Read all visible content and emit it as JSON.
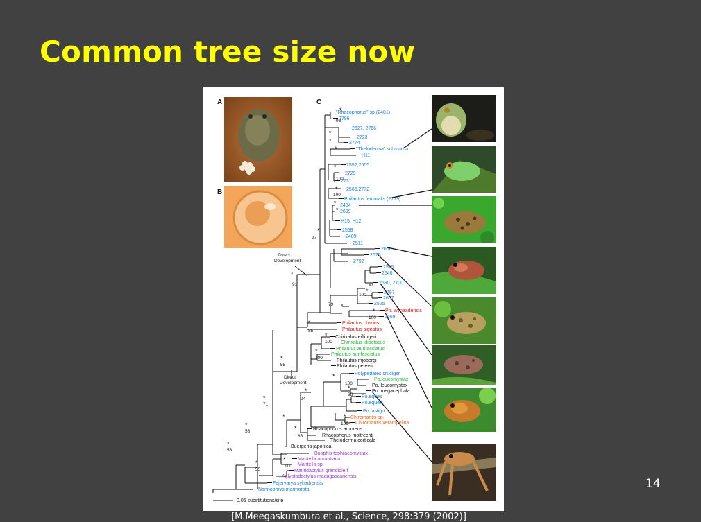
{
  "slide": {
    "title": "Common tree size now",
    "number": "14",
    "citation": "[M.Meegaskumbura et al., Science, 298:379 (2002)]"
  },
  "figure": {
    "panel_labels": [
      "A",
      "B",
      "C"
    ],
    "scale_label": "0.05 substitutions/site",
    "annotations": [
      "Direct Development",
      "Direct Development"
    ],
    "colors": {
      "blue": "#1a7fe0",
      "red": "#e0201a",
      "green": "#2db83a",
      "orange": "#f06a1a",
      "purple": "#a23fd0",
      "black": "#111111"
    },
    "taxa": [
      {
        "label": "\"Rhacophorus\" sp.(2481)",
        "color": "blue"
      },
      {
        "label": "2786",
        "color": "blue"
      },
      {
        "label": "2627, 2766",
        "color": "blue"
      },
      {
        "label": "2723",
        "color": "blue"
      },
      {
        "label": "2774",
        "color": "blue"
      },
      {
        "label": "\"Theloderma\" schmarda",
        "color": "blue"
      },
      {
        "label": "H11",
        "color": "blue"
      },
      {
        "label": "2552,2555",
        "color": "blue"
      },
      {
        "label": "2729",
        "color": "blue"
      },
      {
        "label": "2731",
        "color": "blue"
      },
      {
        "label": "2566,2772",
        "color": "blue"
      },
      {
        "label": "Philautus femoralis (2779)",
        "color": "blue"
      },
      {
        "label": "2484",
        "color": "blue"
      },
      {
        "label": "2699",
        "color": "blue"
      },
      {
        "label": "H15, H12",
        "color": "blue"
      },
      {
        "label": "2558",
        "color": "blue"
      },
      {
        "label": "2489",
        "color": "blue"
      },
      {
        "label": "2511",
        "color": "blue"
      },
      {
        "label": "2658",
        "color": "blue"
      },
      {
        "label": "2675",
        "color": "blue"
      },
      {
        "label": "2792",
        "color": "blue"
      },
      {
        "label": "2515",
        "color": "blue"
      },
      {
        "label": "2540",
        "color": "blue"
      },
      {
        "label": "2690, 2700",
        "color": "blue"
      },
      {
        "label": "2797",
        "color": "blue"
      },
      {
        "label": "2667",
        "color": "blue"
      },
      {
        "label": "2525",
        "color": "blue"
      },
      {
        "label": "Ph. wynaadensis",
        "color": "red"
      },
      {
        "label": "2669",
        "color": "blue"
      },
      {
        "label": "Philautus charius",
        "color": "red"
      },
      {
        "label": "Philautus signatus",
        "color": "red"
      },
      {
        "label": "Chirixalus eiffingeri",
        "color": "black"
      },
      {
        "label": "Chirixalus idiootocus",
        "color": "green"
      },
      {
        "label": "Philautus aurifasciatus",
        "color": "green"
      },
      {
        "label": "Philautus aurifasciatus",
        "color": "green"
      },
      {
        "label": "Philautus mjobergi",
        "color": "black"
      },
      {
        "label": "Philautus petersi",
        "color": "black"
      },
      {
        "label": "Polypedates cruciger",
        "color": "blue"
      },
      {
        "label": "Po.leucomystax",
        "color": "green"
      },
      {
        "label": "Po. leucomystax",
        "color": "black"
      },
      {
        "label": "Po. megacephala",
        "color": "black"
      },
      {
        "label": "Po.eques",
        "color": "blue"
      },
      {
        "label": "Po.eques",
        "color": "blue"
      },
      {
        "label": "Po.fastigo",
        "color": "blue"
      },
      {
        "label": "Chiromantis sp.",
        "color": "orange"
      },
      {
        "label": "Chiromantis xerampelina",
        "color": "orange"
      },
      {
        "label": "Rhacophorus arboreus",
        "color": "black"
      },
      {
        "label": "Rhacophorus moltrechti",
        "color": "black"
      },
      {
        "label": "Theloderma corticale",
        "color": "black"
      },
      {
        "label": "Buergeria japonica",
        "color": "black"
      },
      {
        "label": "Boophis tephraeomystax",
        "color": "purple"
      },
      {
        "label": "Mantella aurantiaca",
        "color": "purple"
      },
      {
        "label": "Mantella sp.",
        "color": "purple"
      },
      {
        "label": "Mantidactylus grandidieri",
        "color": "purple"
      },
      {
        "label": "Aglyptodactylus madagascariensis",
        "color": "purple"
      },
      {
        "label": "Fejervarya syhadrensis",
        "color": "blue"
      },
      {
        "label": "Nannophrys marmorata",
        "color": "blue"
      }
    ],
    "support_values": [
      {
        "text": "*"
      },
      {
        "text": "96"
      },
      {
        "text": "*"
      },
      {
        "text": "*"
      },
      {
        "text": "*"
      },
      {
        "text": "100"
      },
      {
        "text": "*"
      },
      {
        "text": "100"
      },
      {
        "text": "*"
      },
      {
        "text": "*"
      },
      {
        "text": "97"
      },
      {
        "text": "*"
      },
      {
        "text": "*"
      },
      {
        "text": "91"
      },
      {
        "text": "*"
      },
      {
        "text": "97"
      },
      {
        "text": "100"
      },
      {
        "text": "*"
      },
      {
        "text": "79"
      },
      {
        "text": "*"
      },
      {
        "text": "100"
      },
      {
        "text": "*"
      },
      {
        "text": "85"
      },
      {
        "text": "*"
      },
      {
        "text": "100"
      },
      {
        "text": "*"
      },
      {
        "text": "100"
      },
      {
        "text": "*"
      },
      {
        "text": "55"
      },
      {
        "text": "*"
      },
      {
        "text": "100"
      },
      {
        "text": "*"
      },
      {
        "text": "98"
      },
      {
        "text": "*"
      },
      {
        "text": "94"
      },
      {
        "text": "*"
      },
      {
        "text": "100"
      },
      {
        "text": "*"
      },
      {
        "text": "86"
      },
      {
        "text": "*"
      },
      {
        "text": "71"
      },
      {
        "text": "*"
      },
      {
        "text": "*"
      },
      {
        "text": "56"
      },
      {
        "text": "*"
      },
      {
        "text": "53"
      },
      {
        "text": "*"
      },
      {
        "text": "100"
      },
      {
        "text": "*"
      },
      {
        "text": "55"
      }
    ]
  }
}
